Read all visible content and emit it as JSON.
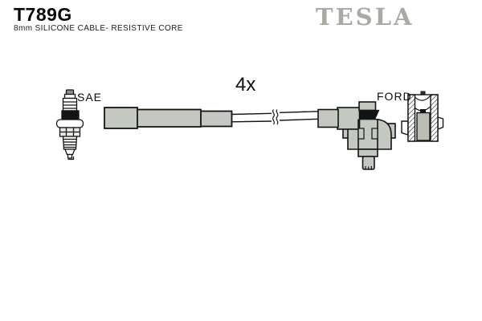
{
  "header": {
    "part_number": "T789G",
    "description": "8mm SILICONE CABLE- RESISTIVE CORE",
    "brand_logo": "TESLA"
  },
  "diagram": {
    "quantity_label": "4x",
    "left_end_label": "SAE",
    "right_end_label": "FORD"
  },
  "colors": {
    "background": "#ffffff",
    "boot_fill": "#c3c8c0",
    "outline": "#141414",
    "logo_gray": "#a8aba4",
    "text_black": "#0d0d0d"
  }
}
